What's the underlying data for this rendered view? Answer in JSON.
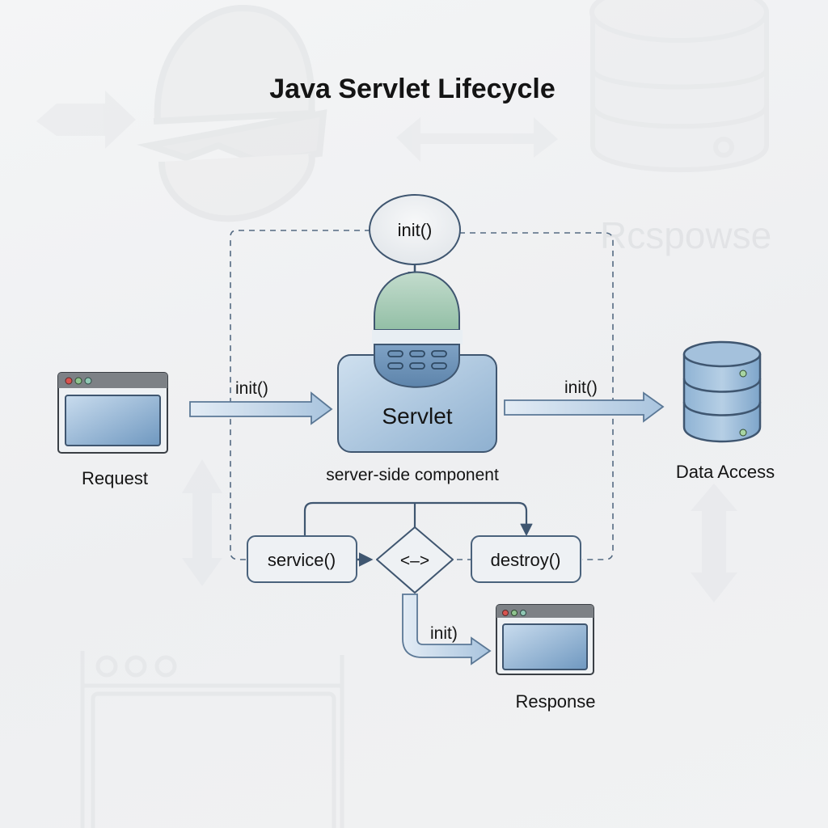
{
  "title": "Java Servlet Lifecycle",
  "watermark_text": "Rcspowse",
  "nodes": {
    "init_top": {
      "label": "init()"
    },
    "servlet": {
      "label": "Servlet",
      "caption": "server-side component"
    },
    "request": {
      "label": "Request"
    },
    "data_access": {
      "label": "Data Access"
    },
    "service": {
      "label": "service()"
    },
    "decision": {
      "label": "<–>"
    },
    "destroy": {
      "label": "destroy()"
    },
    "response": {
      "label": "Response"
    }
  },
  "edges": {
    "request_to_servlet": {
      "label": "init()"
    },
    "servlet_to_data": {
      "label": "init()"
    },
    "decision_to_response": {
      "label": "init)"
    }
  },
  "colors": {
    "stroke": "#3f5670",
    "box_fill_top": "#c7d9ea",
    "box_fill_bottom": "#8fb2d3",
    "dome_green": "#a9ccb8",
    "arrow_fill": "#b9cfe3",
    "dot_red": "#d9534f",
    "dot_green": "#8fc48f",
    "dot_teal": "#8fc7b4"
  }
}
